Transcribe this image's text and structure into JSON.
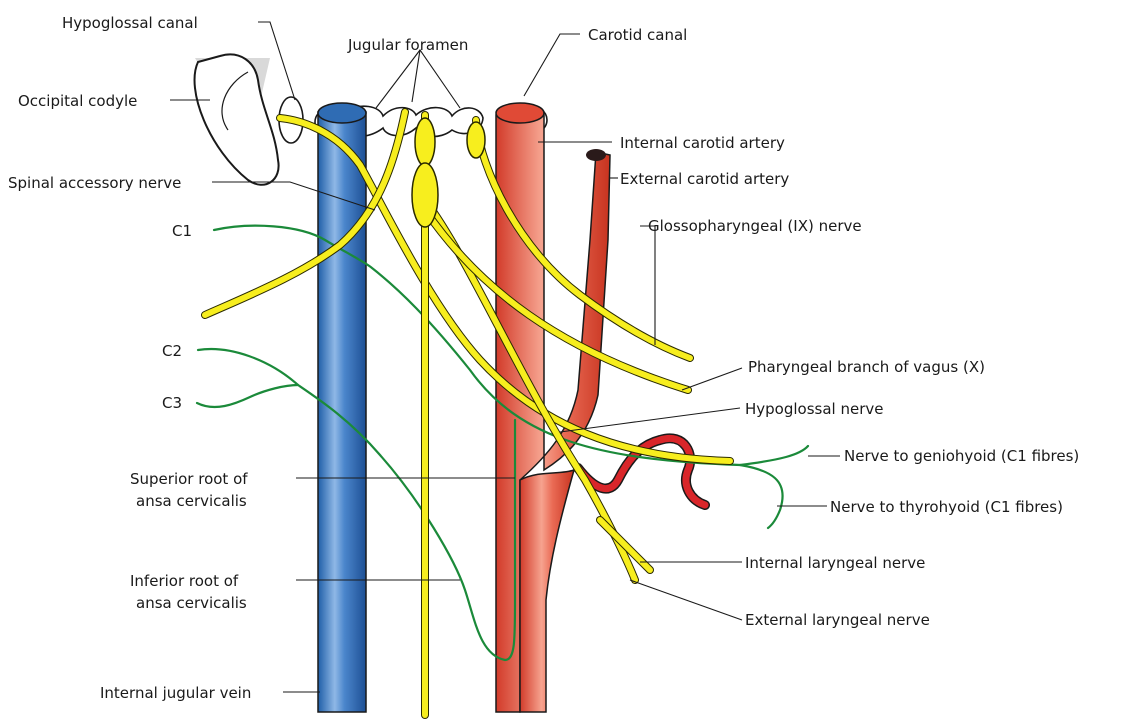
{
  "labels": {
    "hypoglossal_canal": "Hypoglossal canal",
    "jugular_foramen": "Jugular foramen",
    "carotid_canal": "Carotid canal",
    "occipital_condyle": "Occipital codyle",
    "internal_carotid_artery": "Internal carotid artery",
    "spinal_accessory_nerve": "Spinal accessory nerve",
    "external_carotid_artery": "External carotid artery",
    "c1": "C1",
    "glossopharyngeal_nerve": "Glossopharyngeal (IX) nerve",
    "c2": "C2",
    "pharyngeal_branch_vagus": "Pharyngeal branch of vagus (X)",
    "c3": "C3",
    "hypoglossal_nerve": "Hypoglossal nerve",
    "nerve_to_geniohyoid": "Nerve to geniohyoid (C1 fibres)",
    "superior_root_line1": "Superior root of",
    "superior_root_line2": "ansa cervicalis",
    "nerve_to_thyrohyoid": "Nerve to thyrohyoid (C1 fibres)",
    "internal_laryngeal_nerve": "Internal laryngeal nerve",
    "inferior_root_line1": "Inferior root of",
    "inferior_root_line2": "ansa cervicalis",
    "external_laryngeal_nerve": "External laryngeal nerve",
    "internal_jugular_vein": "Internal jugular vein"
  },
  "colors": {
    "vein": "#3f7fc8",
    "artery": "#e8553f",
    "nerve": "#f7ee1e",
    "ansa": "#1b8a3a",
    "lingual_loop": "#d9262a"
  }
}
